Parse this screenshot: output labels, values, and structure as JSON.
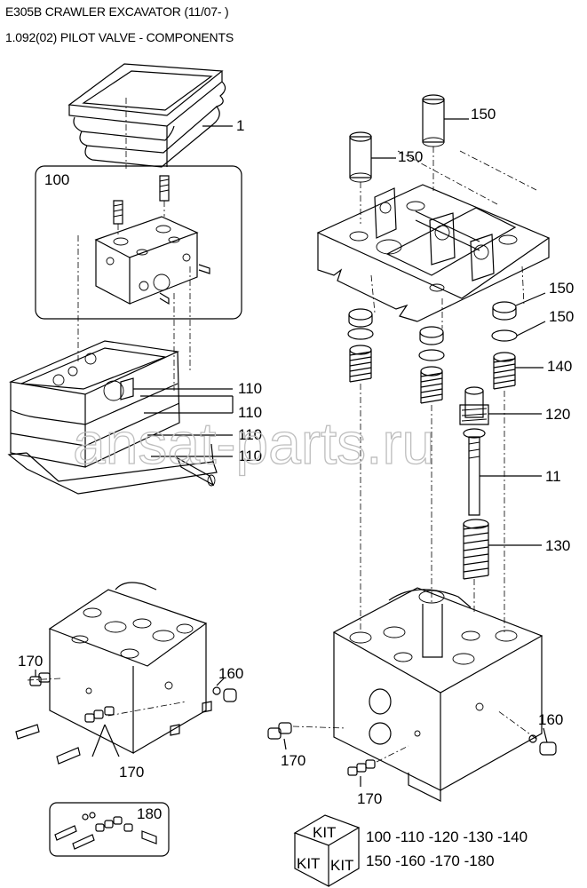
{
  "header": {
    "title": "E305B CRAWLER EXCAVATOR (11/07- )",
    "subtitle": "1.092(02) PILOT VALVE - COMPONENTS"
  },
  "watermark": "ansat-parts.ru",
  "callouts": {
    "c1": "1",
    "c100": "100",
    "c110a": "110",
    "c110b": "110",
    "c110c": "110",
    "c110d": "110",
    "c150a": "150",
    "c150b": "150",
    "c150c": "150",
    "c150d": "150",
    "c140": "140",
    "c120": "120",
    "c11": "11",
    "c130": "130",
    "c170a": "170",
    "c170b": "170",
    "c170c": "170",
    "c170d": "170",
    "c160a": "160",
    "c160b": "160",
    "c180": "180"
  },
  "kit": {
    "box_label_1": "KIT",
    "box_label_2": "KIT",
    "box_label_3": "KIT",
    "line1": "100 -110 -120 -130 -140",
    "line2": "150 -160 -170 -180"
  }
}
